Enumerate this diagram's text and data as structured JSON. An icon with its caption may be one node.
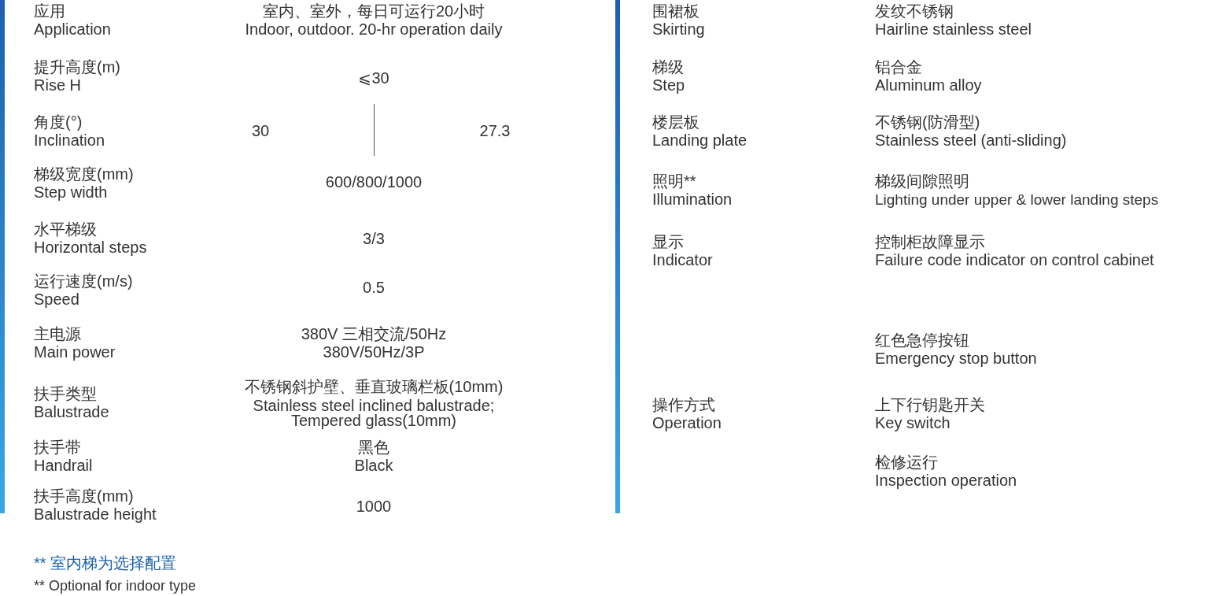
{
  "diagram": {
    "labels": [
      "应用",
      "Application",
      "室内、室外，每日可运行20小时",
      "Indoor, outdoor. 20-hr operation daily",
      "提升高度(m)",
      "Rise H",
      "⩽30",
      "角度(°)",
      "Inclination",
      "30",
      "27.3",
      "梯级宽度(mm)",
      "Step width",
      "600/800/1000",
      "水平梯级",
      "Horizontal steps",
      "3/3",
      "运行速度(m/s)",
      "Speed",
      "0.5",
      "主电源",
      "Main power",
      "380V 三相交流/50Hz",
      "380V/50Hz/3P",
      "扶手类型",
      "Balustrade",
      "不锈钢斜护壁、垂直玻璃栏板(10mm)",
      "Stainless steel inclined balustrade; Tempered glass(10mm)",
      "扶手带",
      "Handrail",
      "黑色",
      "Black",
      "扶手高度(mm)",
      "Balustrade height",
      "1000",
      "围裙板",
      "Skirting",
      "发纹不锈钢",
      "Hairline stainless steel",
      "梯级",
      "Step",
      "铝合金",
      "Aluminum alloy",
      "楼层板",
      "Landing plate",
      "不锈钢(防滑型)",
      "Stainless steel (anti-sliding)",
      "照明**",
      "Illumination",
      "梯级间隙照明",
      "Lighting under upper & lower landing steps",
      "显示",
      "Indicator",
      "控制柜故障显示",
      "Failure code indicator on control cabinet",
      "红色急停按钮",
      "Emergency stop button",
      "操作方式",
      "Operation",
      "上下行钥匙开关",
      "Key switch",
      "检修运行",
      "Inspection operation",
      "** 室内梯为选择配置",
      "** Optional for indoor type"
    ]
  }
}
